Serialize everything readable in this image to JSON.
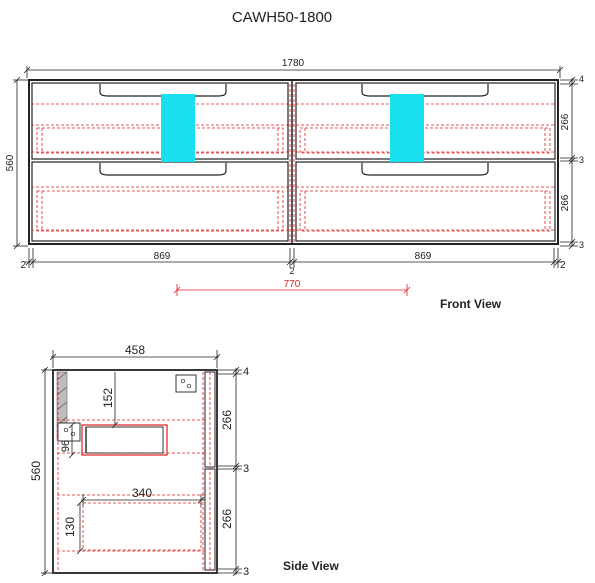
{
  "title": "CAWH50-1800",
  "front_view": {
    "label": "Front View",
    "dims": {
      "overall_width": "1780",
      "height": "560",
      "top_gap": "4",
      "upper_drawer": "266",
      "mid_gap": "3",
      "lower_drawer": "266",
      "bottom_gap": "3",
      "left_edge": "2",
      "left_bay": "869",
      "center_gap": "2",
      "right_bay": "869",
      "right_edge": "2",
      "red_span": "770"
    }
  },
  "side_view": {
    "label": "Side View",
    "dims": {
      "depth": "458",
      "height": "560",
      "top_gap": "4",
      "upper_drawer": "266",
      "mid_gap": "3",
      "lower_drawer": "266",
      "bottom_gap": "3",
      "inner_drawer_depth": "152",
      "inner_drawer_height": "96",
      "lower_inner_width": "340",
      "lower_inner_height": "130"
    }
  },
  "colors": {
    "line": "#222222",
    "red": "#e02020",
    "cyan": "#18e0ee",
    "gray_hatch": "#888888"
  }
}
